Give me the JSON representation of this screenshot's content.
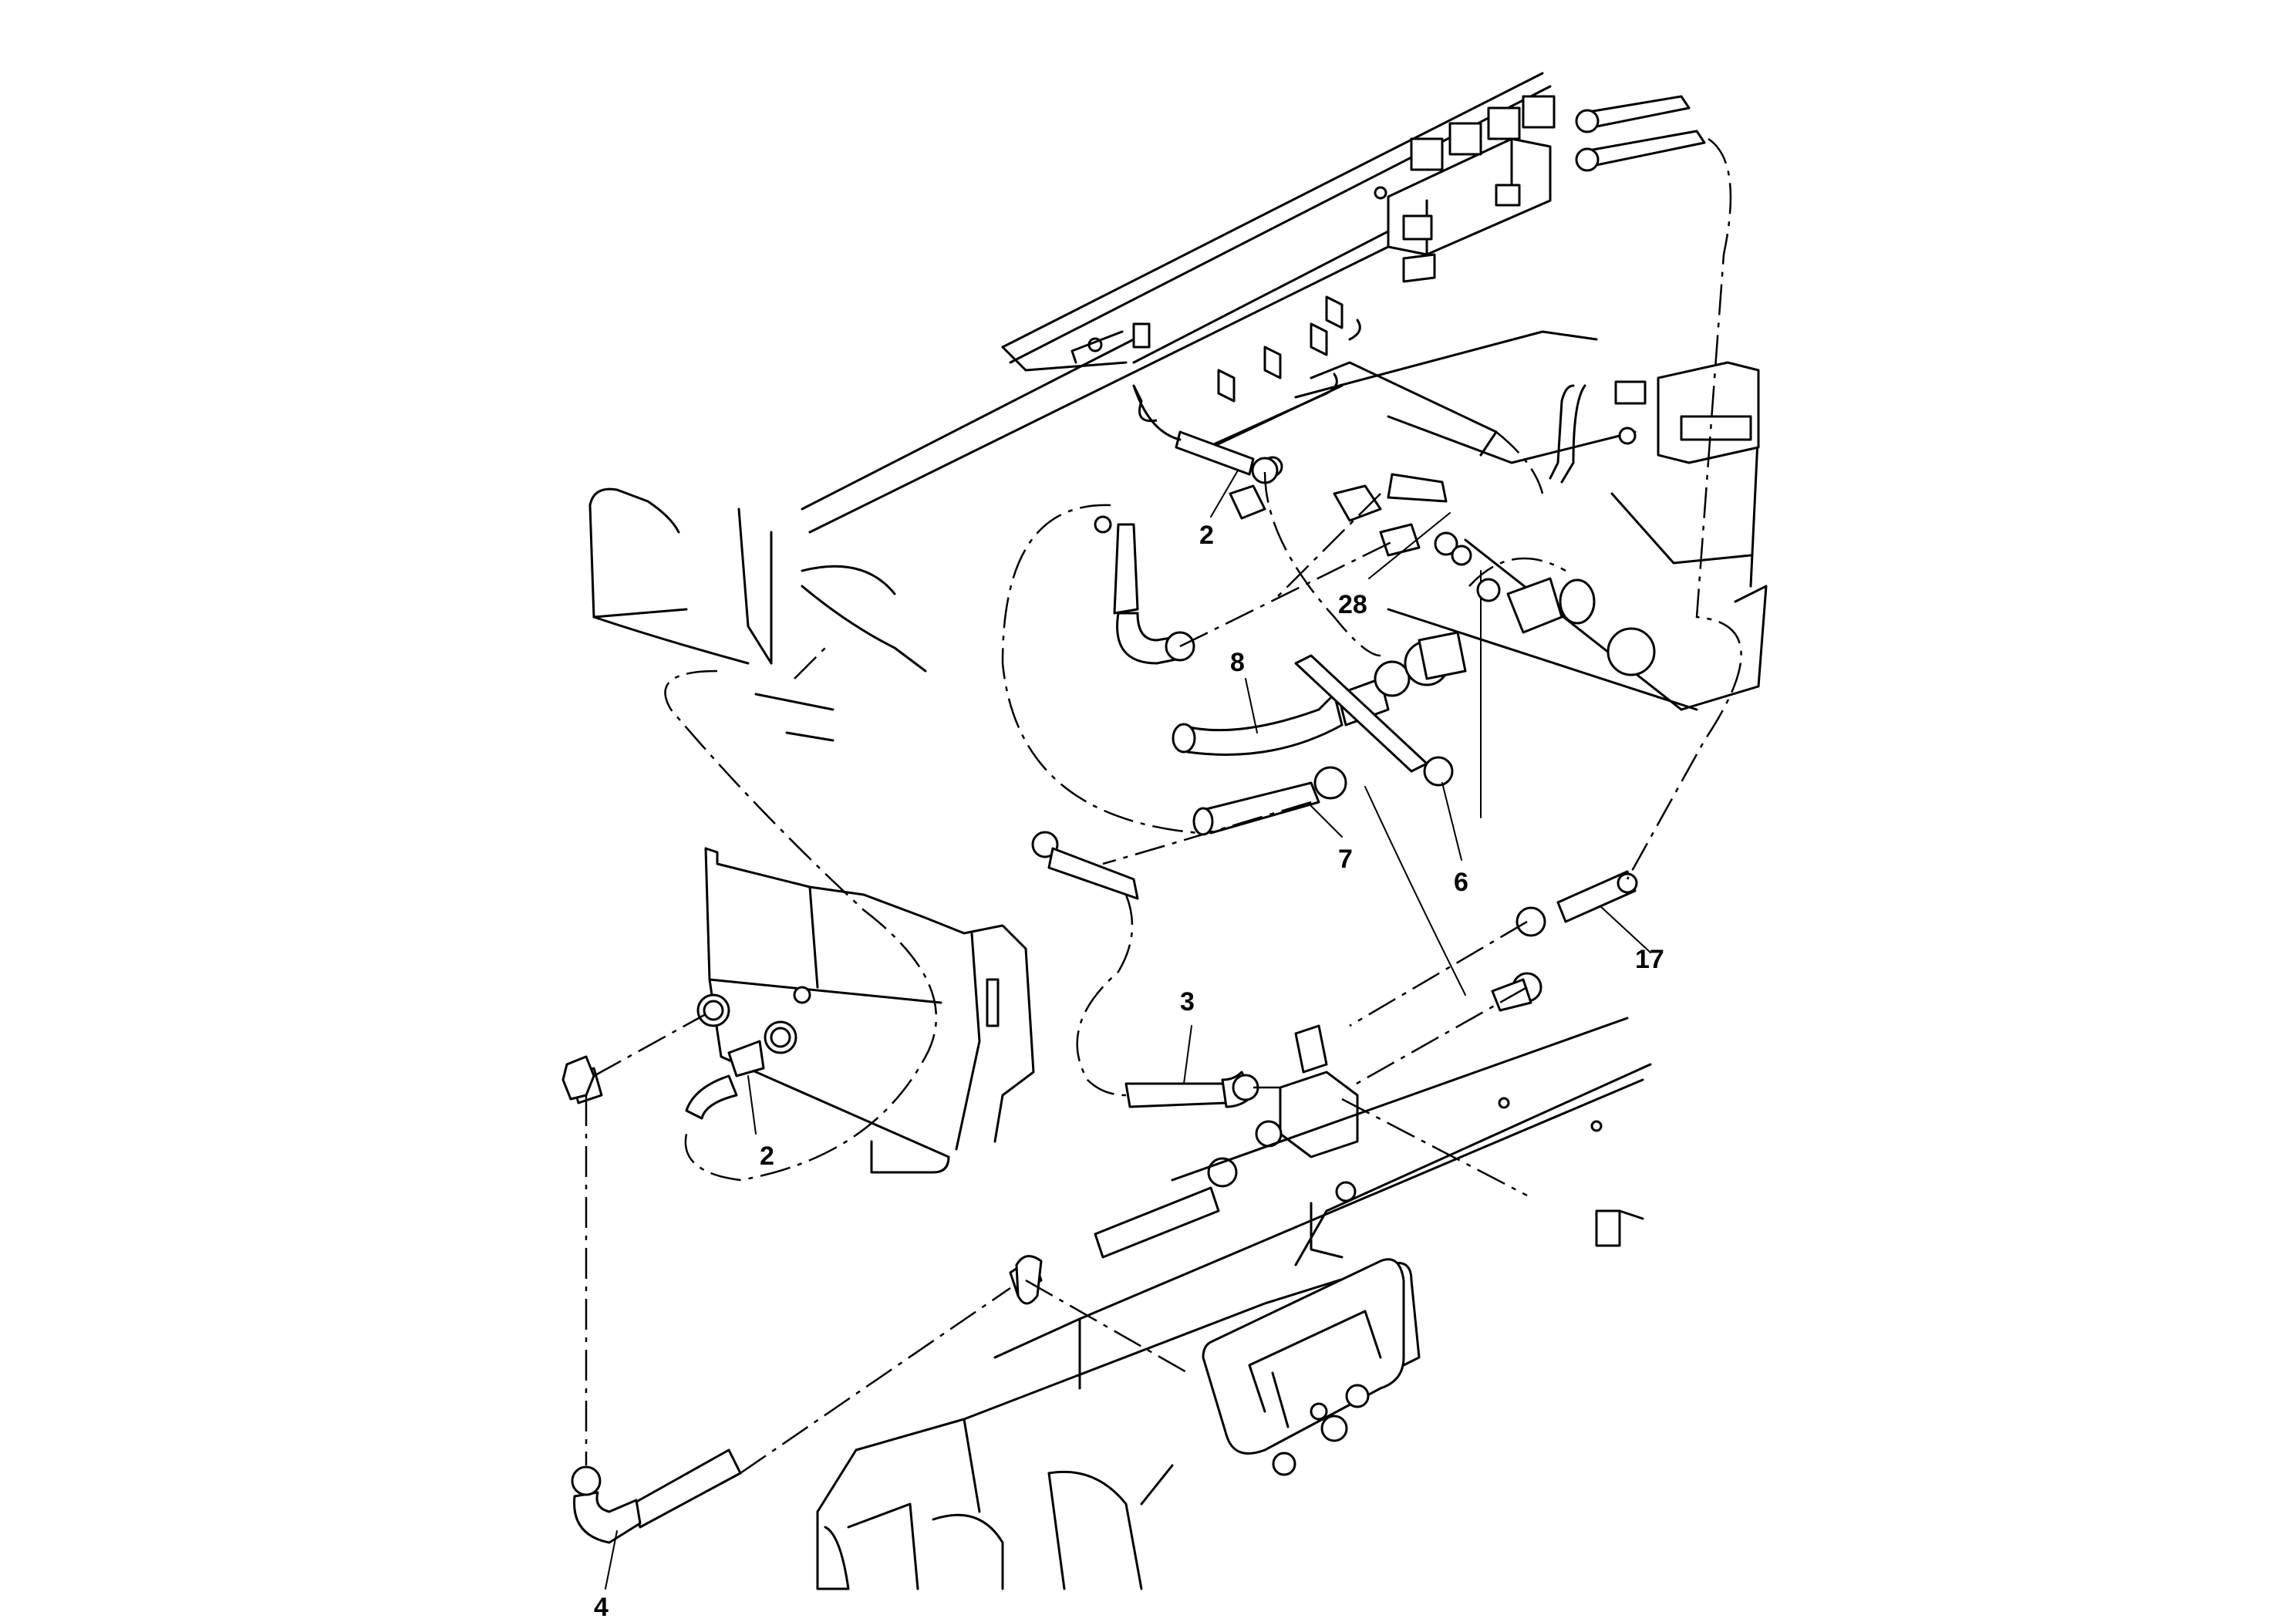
{
  "callouts": [
    {
      "id": "c1",
      "text": "2"
    },
    {
      "id": "c2",
      "text": "28"
    },
    {
      "id": "c3",
      "text": "8"
    },
    {
      "id": "c4",
      "text": "7"
    },
    {
      "id": "c5",
      "text": "6"
    },
    {
      "id": "c6",
      "text": "17"
    },
    {
      "id": "c7",
      "text": "3"
    },
    {
      "id": "c8",
      "text": "2"
    },
    {
      "id": "c9",
      "text": "4"
    }
  ]
}
